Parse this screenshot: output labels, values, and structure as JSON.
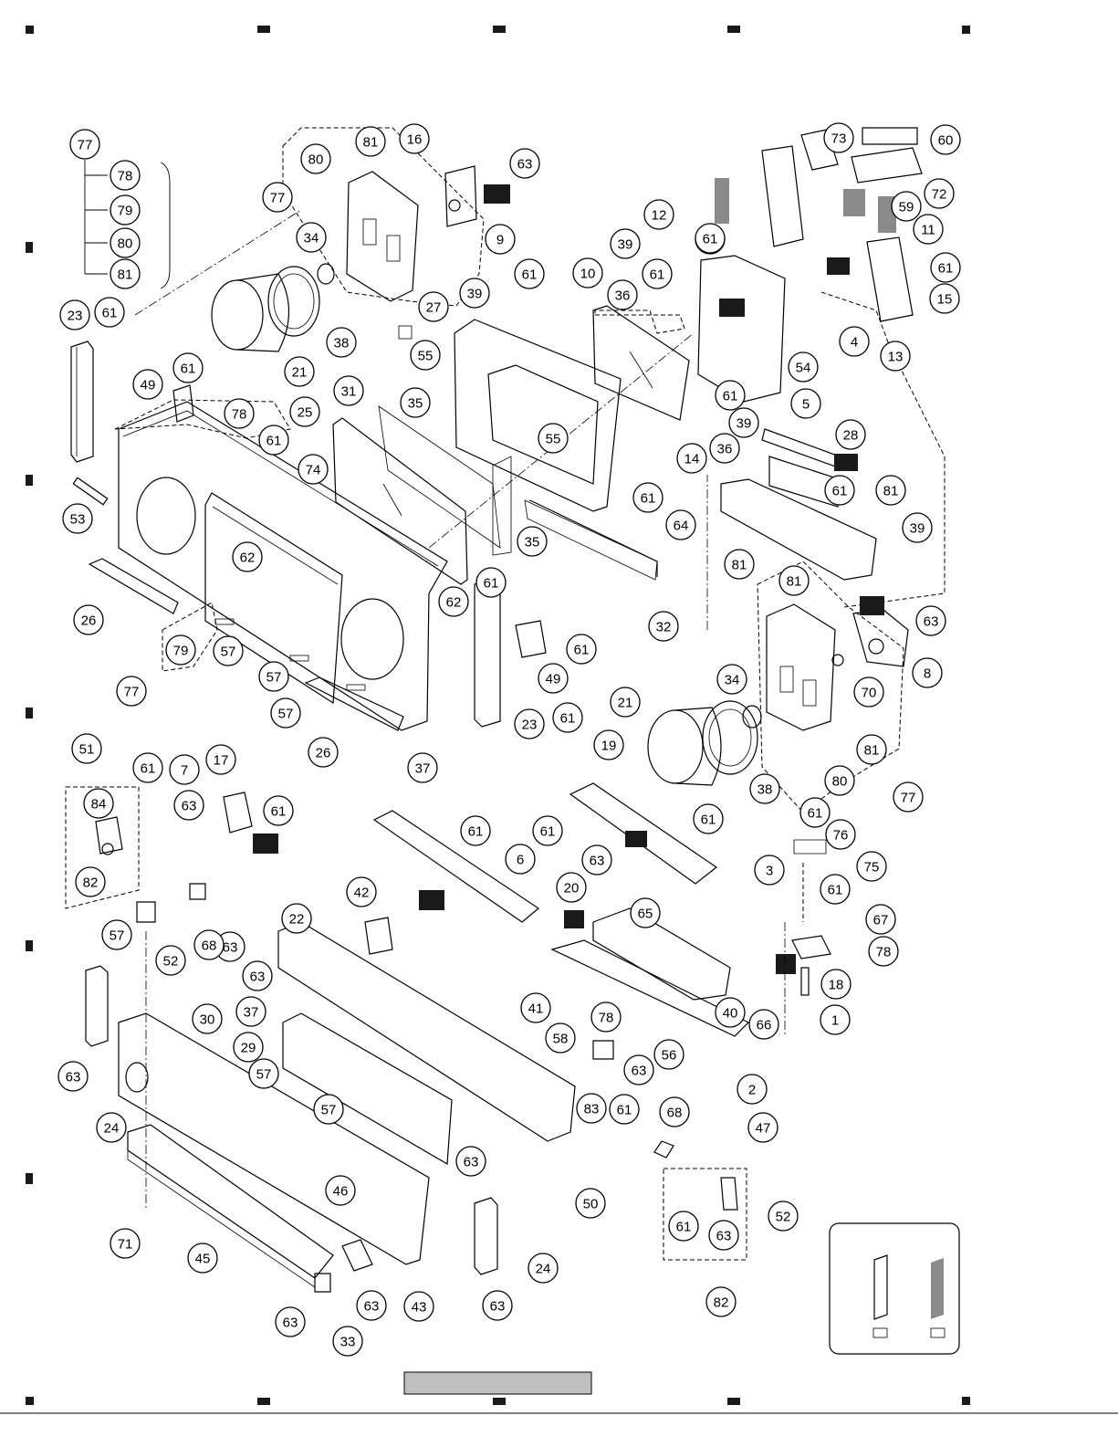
{
  "diagram": {
    "callout_numbers": [
      "77",
      "78",
      "79",
      "80",
      "81",
      "23",
      "61",
      "49",
      "78",
      "61",
      "53",
      "26",
      "79",
      "77",
      "57",
      "57",
      "57",
      "26",
      "81",
      "80",
      "77",
      "16",
      "63",
      "9",
      "34",
      "38",
      "21",
      "27",
      "55",
      "35",
      "31",
      "25",
      "74",
      "62",
      "62",
      "61",
      "39",
      "61",
      "10",
      "36",
      "39",
      "61",
      "55",
      "35",
      "61",
      "61",
      "23",
      "49",
      "32",
      "64",
      "81",
      "61",
      "61",
      "12",
      "73",
      "60",
      "72",
      "59",
      "11",
      "61",
      "15",
      "13",
      "4",
      "54",
      "61",
      "61",
      "39",
      "36",
      "14",
      "5",
      "28",
      "61",
      "81",
      "39",
      "81",
      "63",
      "8",
      "70",
      "34",
      "21",
      "38",
      "81",
      "80",
      "77",
      "51",
      "84",
      "82",
      "61",
      "63",
      "7",
      "17",
      "61",
      "63",
      "68",
      "52",
      "42",
      "22",
      "63",
      "37",
      "29",
      "30",
      "57",
      "57",
      "57",
      "63",
      "24",
      "45",
      "46",
      "71",
      "63",
      "33",
      "63",
      "43",
      "63",
      "24",
      "63",
      "37",
      "61",
      "6",
      "61",
      "19",
      "61",
      "20",
      "63",
      "65",
      "78",
      "58",
      "41",
      "63",
      "56",
      "61",
      "3",
      "61",
      "76",
      "75",
      "61",
      "67",
      "78",
      "18",
      "1",
      "66",
      "40",
      "2",
      "47",
      "61",
      "68",
      "52",
      "61",
      "63",
      "82",
      "83",
      "50",
      "63",
      "78"
    ]
  }
}
